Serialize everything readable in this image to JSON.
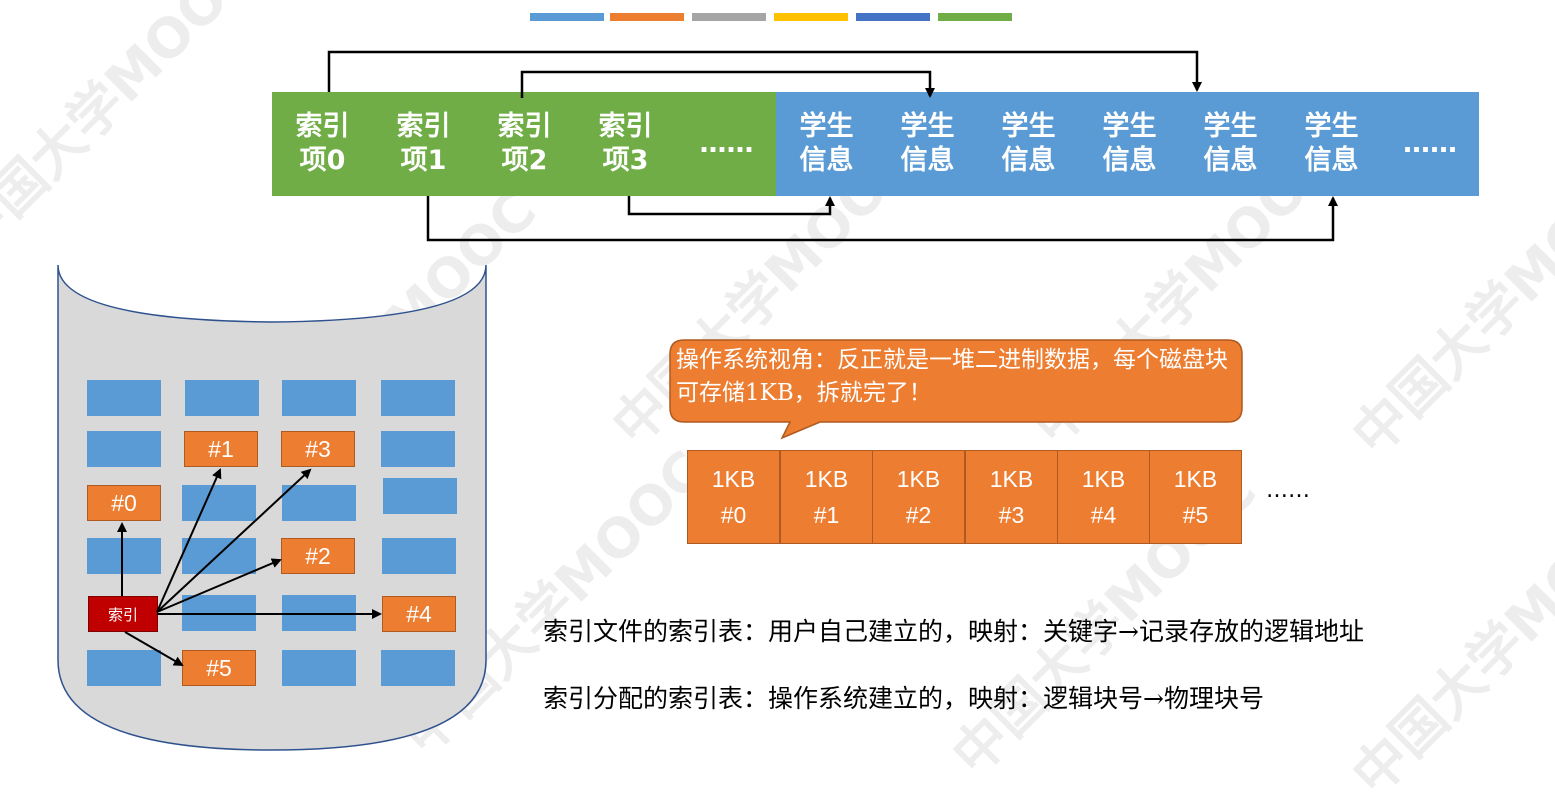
{
  "colors": {
    "strip_colors": [
      "#5B9BD5",
      "#ED7D31",
      "#A5A5A5",
      "#FFC000",
      "#4472C4",
      "#70AD47"
    ],
    "index_green": "#70AD47",
    "student_blue": "#5B9BD5",
    "block_orange": "#ED7D31",
    "index_red": "#C00000",
    "disk_gray": "#D9D9D9"
  },
  "top_row": {
    "index_items": [
      "索引\n项0",
      "索引\n项1",
      "索引\n项2",
      "索引\n项3",
      "……"
    ],
    "student_items": [
      "学生\n信息",
      "学生\n信息",
      "学生\n信息",
      "学生\n信息",
      "学生\n信息",
      "学生\n信息",
      "……"
    ]
  },
  "disk": {
    "index_label": "索引",
    "blocks": [
      "#0",
      "#1",
      "#2",
      "#3",
      "#4",
      "#5"
    ]
  },
  "bubble": {
    "text": "操作系统视角：反正就是一堆二进制数据，每个磁盘块可存储1KB，拆就完了！"
  },
  "kb_blocks": [
    "1KB\n#0",
    "1KB\n#1",
    "1KB\n#2",
    "1KB\n#3",
    "1KB\n#4",
    "1KB\n#5"
  ],
  "kb_more": "……",
  "notes": {
    "index_file": "索引文件的索引表：用户自己建立的，映射：关键字→记录存放的逻辑地址",
    "index_alloc": "索引分配的索引表：操作系统建立的，映射：逻辑块号→物理块号"
  },
  "watermark": "中国大学MOOC"
}
